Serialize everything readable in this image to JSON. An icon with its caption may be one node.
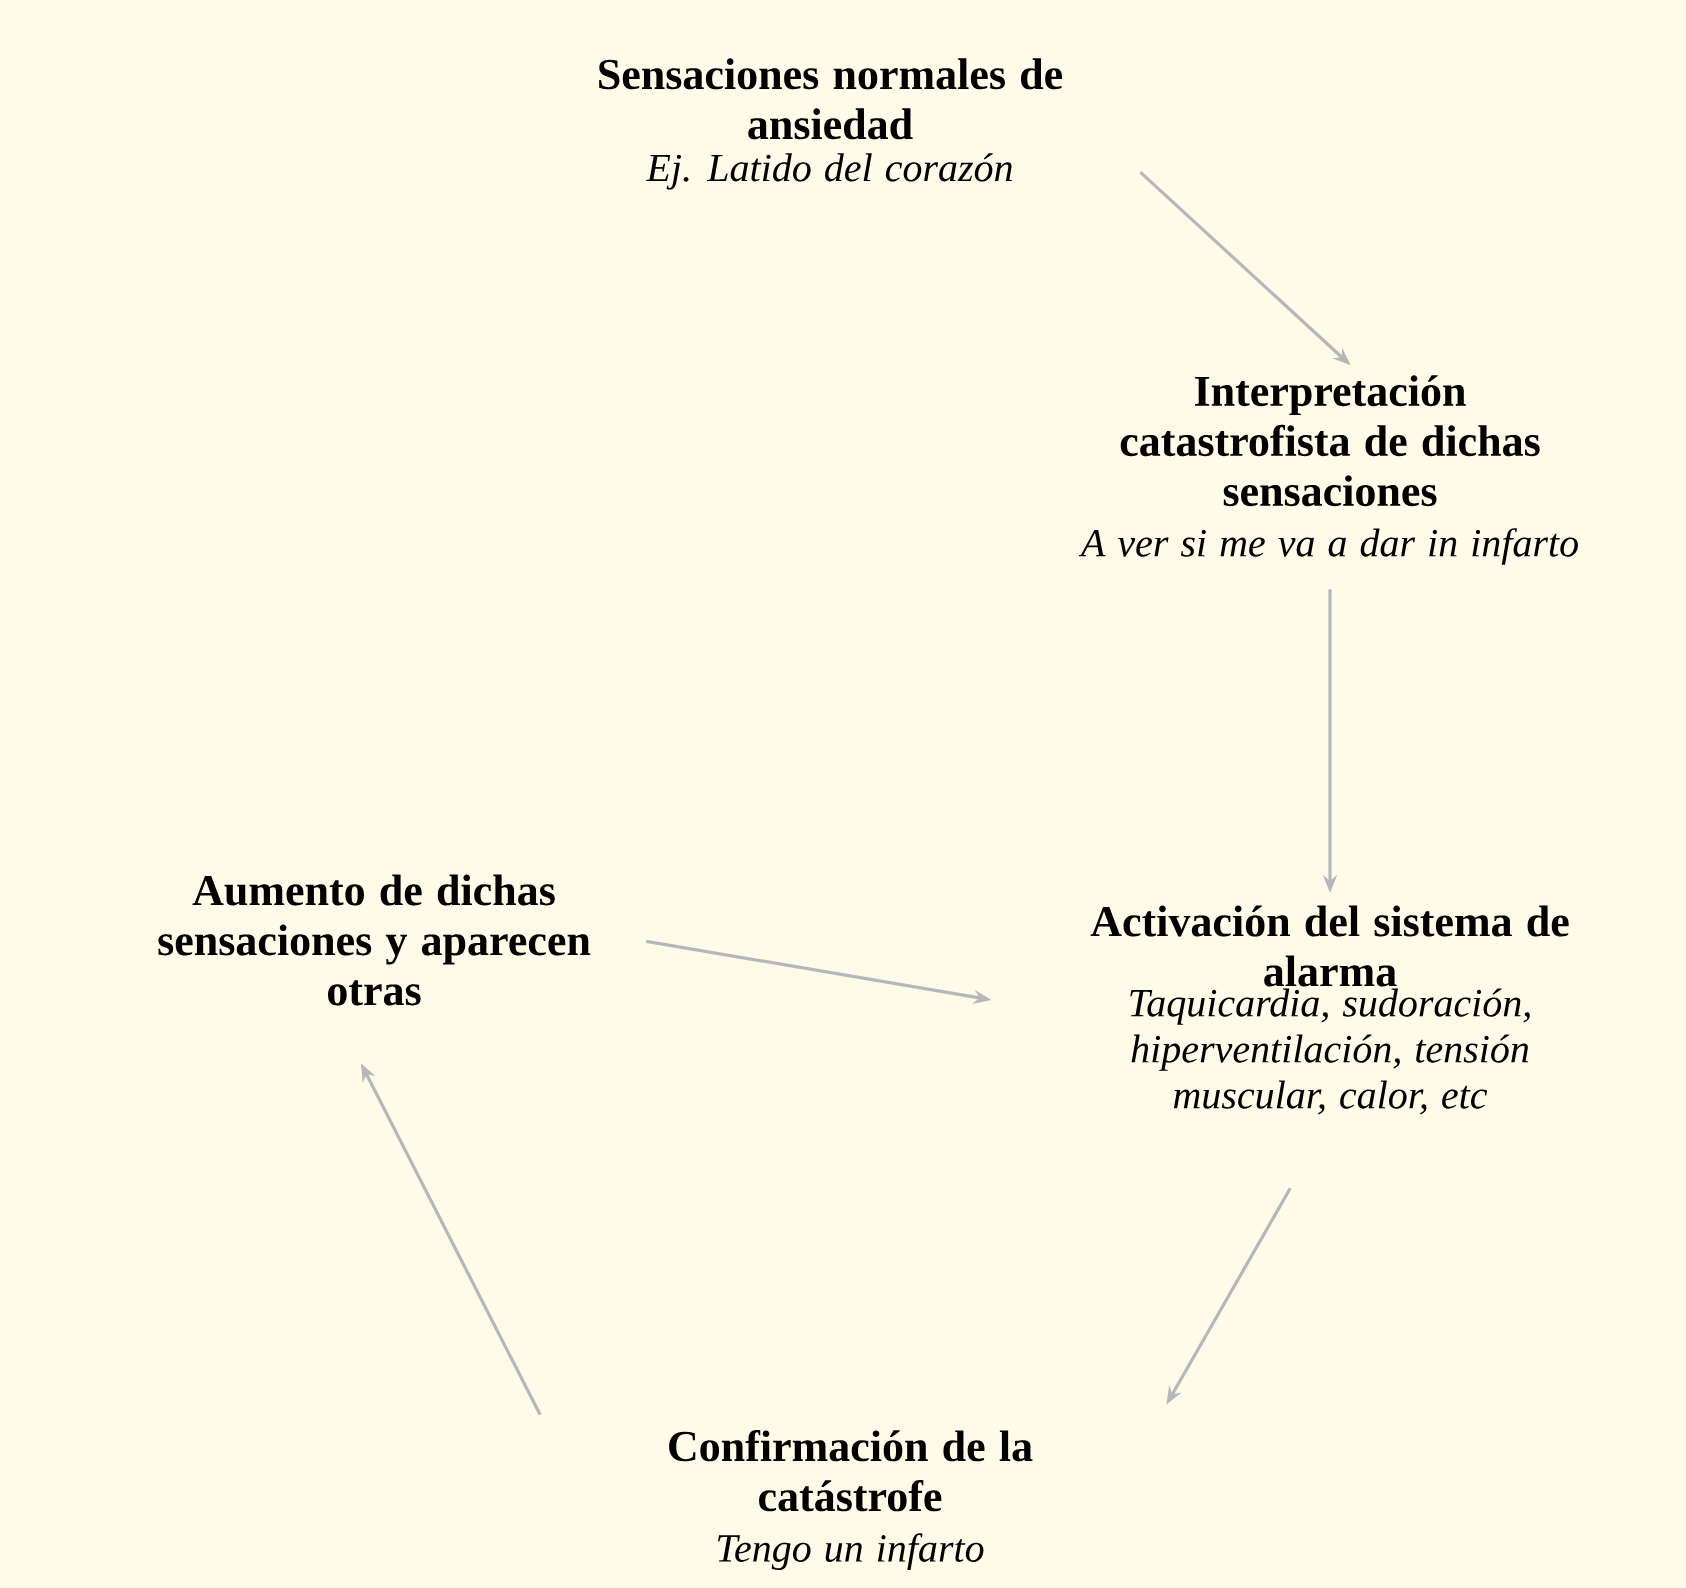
{
  "diagram": {
    "nodes": [
      {
        "text": [
          "Sensaciones normales de ansiedad",
          "Ej. Latido del corazón"
        ]
      },
      {
        "text": [
          "Interpretación catastrofista de dichas sensaciones",
          "A ver si me va a dar in infarto"
        ]
      },
      {
        "text": [
          "Activación del sistema de alarma",
          "Taquicardia, sudoración, hiperventilación, tensión muscular, calor, etc"
        ]
      },
      {
        "text": [
          "Confirmación de la catástrofe",
          "Tengo un infarto"
        ]
      },
      {
        "text": [
          "Aumento de dichas sensaciones y aparecen otras"
        ]
      }
    ],
    "edges": [
      {
        "from": 0,
        "to": 1,
        "arrow": "to"
      },
      {
        "from": 1,
        "to": 2,
        "arrow": "to"
      },
      {
        "from": 2,
        "to": 3,
        "arrow": "to"
      },
      {
        "from": 3,
        "to": 4,
        "arrow": "to"
      },
      {
        "from": 4,
        "to": 2,
        "arrow": "to"
      }
    ]
  }
}
